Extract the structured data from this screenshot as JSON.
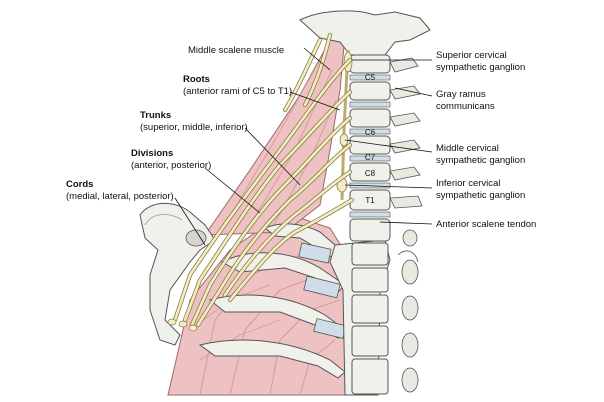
{
  "labels": {
    "left": {
      "middle_scalene": "Middle scalene muscle",
      "roots_title": "Roots",
      "roots_sub": "(anterior rami of C5 to T1)",
      "trunks_title": "Trunks",
      "trunks_sub": "(superior, middle, inferior)",
      "divisions_title": "Divisions",
      "divisions_sub": "(anterior, posterior)",
      "cords_title": "Cords",
      "cords_sub": "(medial, lateral, posterior)"
    },
    "right": {
      "superior_ganglion_1": "Superior cervical",
      "superior_ganglion_2": "sympathetic ganglion",
      "gray_ramus_1": "Gray ramus",
      "gray_ramus_2": "communicans",
      "middle_ganglion_1": "Middle cervical",
      "middle_ganglion_2": "sympathetic ganglion",
      "inferior_ganglion_1": "Inferior cervical",
      "inferior_ganglion_2": "sympathetic ganglion",
      "anterior_scalene": "Anterior scalene tendon"
    },
    "vertebrae": [
      "C5",
      "C6",
      "C7",
      "C8",
      "T1"
    ]
  },
  "colors": {
    "muscle": "#eec2c2",
    "muscle_dark": "#d99a9a",
    "bone": "#f1f1ec",
    "bone_shadow": "#c9c9c0",
    "nerve": "#f3ecc8",
    "cartilage": "#cfdde9",
    "line": "#111111"
  }
}
